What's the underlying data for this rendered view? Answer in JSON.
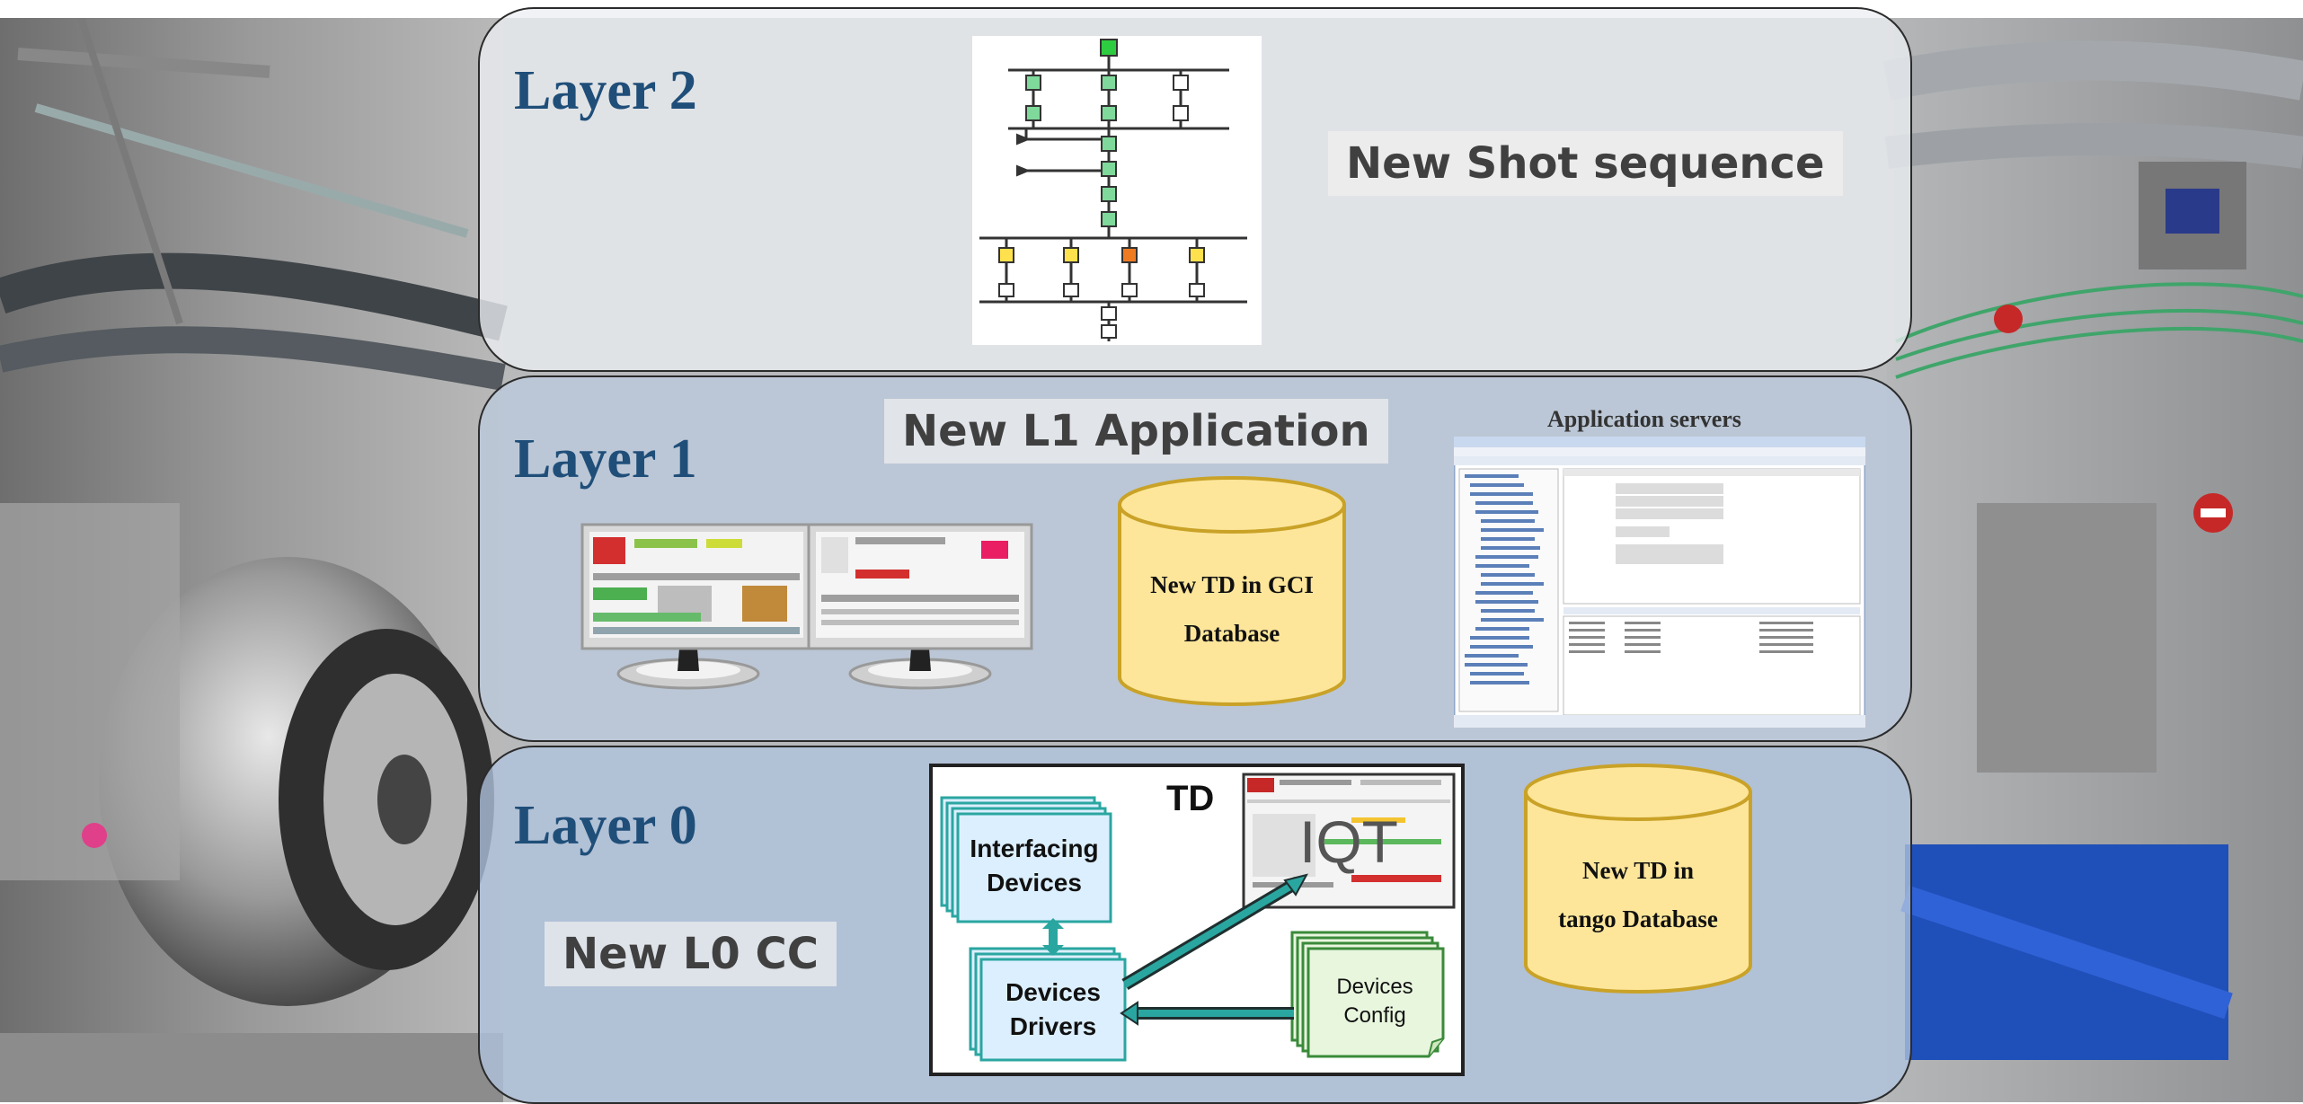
{
  "layer2": {
    "title": "Layer 2",
    "label": "New Shot sequence"
  },
  "layer1": {
    "title": "Layer 1",
    "label": "New L1 Application",
    "database_line1": "New TD in GCI",
    "database_line2": "Database",
    "app_servers_caption": "Application servers"
  },
  "layer0": {
    "title": "Layer 0",
    "label": "New L0 CC",
    "td_label": "TD",
    "iqt_label": "IQT",
    "interfacing_line1": "Interfacing",
    "interfacing_line2": "Devices",
    "drivers_line1": "Devices",
    "drivers_line2": "Drivers",
    "config_line1": "Devices",
    "config_line2": "Config",
    "database_line1": "New TD in",
    "database_line2": "tango Database"
  },
  "colors": {
    "panel_border": "#2b2b2b",
    "title_blue": "#1f4e79",
    "cylinder_fill": "#fde69a",
    "cylinder_stroke": "#c9a227",
    "box_teal": "#2aa6a0",
    "box_blue_fill": "#dcefff",
    "box_green_fill": "#e8f6de",
    "step_green": "#7fd99a",
    "step_yellow": "#ffe14d",
    "step_orange": "#ee7b22"
  }
}
